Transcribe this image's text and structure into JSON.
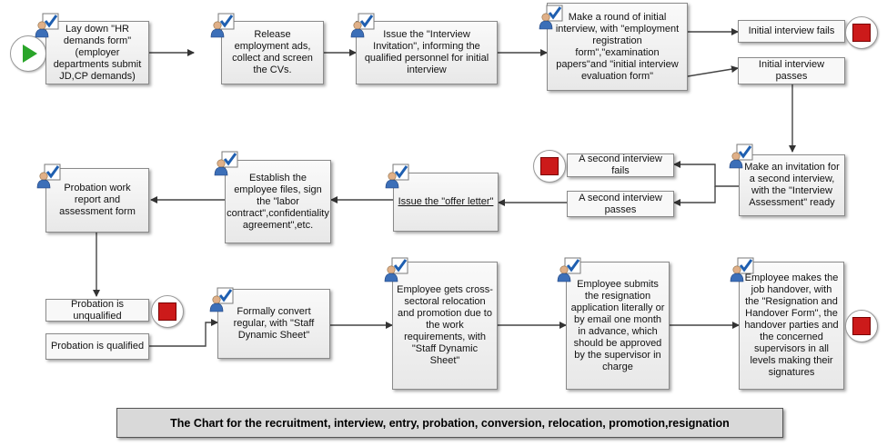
{
  "steps": {
    "hr_demands": "Lay down \"HR demands form\"(employer departments submit JD,CP demands)",
    "release_ads": "Release employment ads, collect and screen the CVs.",
    "invitation": "Issue the \"Interview Invitation\", informing the qualified personnel for initial interview",
    "initial_round": "Make a round of initial interview, with \"employment registration form\",\"examination papers\"and \"initial interview evaluation form\"",
    "initial_fails": "Initial interview fails",
    "initial_passes": "Initial interview passes",
    "second_invitation": "Make an invitation for a second interview, with the \"Interview Assessment\" ready",
    "second_fails": "A second interview fails",
    "second_passes": "A second interview passes",
    "offer_letter": "Issue the \"offer letter\"",
    "employee_files": "Establish the employee files, sign the \"labor contract\",confidentiality agreement\",etc.",
    "probation_form": "Probation work report and assessment form",
    "probation_unqualified": "Probation is unqualified",
    "probation_qualified": "Probation is qualified",
    "convert_regular": "Formally convert regular, with \"Staff Dynamic Sheet\"",
    "relocation": "Employee gets cross-sectoral relocation and promotion due to the work requirements, with \"Staff Dynamic Sheet\"",
    "resignation": "Employee submits the resignation application literally or by email one month in advance, which should be approved by the supervisor in charge",
    "handover": "Employee makes the job handover, with the \"Resignation and Handover Form\", the handover parties and the concerned supervisors in all levels making their signatures"
  },
  "title": "The Chart for the recruitment, interview, entry, probation, conversion, relocation, promotion,resignation",
  "icons": {
    "start": "play-icon",
    "end": "stop-icon",
    "task": "user-task-icon"
  },
  "colors": {
    "start": "#2aa52a",
    "end": "#cc1a1a",
    "task_check": "#1f5fb0",
    "title_bg": "#d9d9d9"
  }
}
